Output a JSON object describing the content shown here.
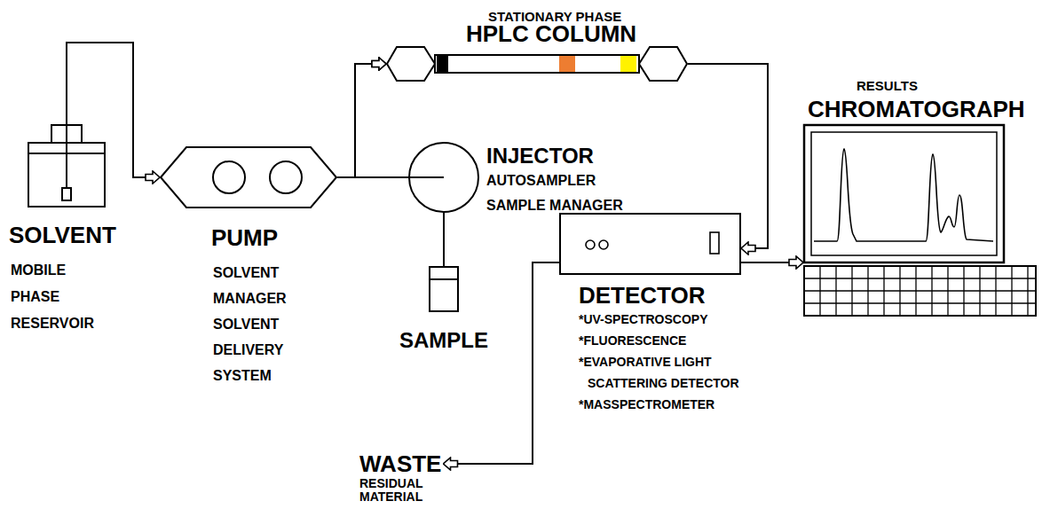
{
  "diagram": {
    "nodes": [
      {
        "text": [
          "SOLVENT",
          "MOBILE PHASE RESERVOIR"
        ]
      },
      {
        "text": [
          "PUMP",
          "SOLVENT MANAGER SOLVENT DELIVERY SYSTEM"
        ]
      },
      {
        "text": [
          "STATIONARY PHASE",
          "HPLC COLUMN"
        ]
      },
      {
        "text": [
          "INJECTOR",
          "AUTOSAMPLER SAMPLE MANAGER"
        ]
      },
      {
        "text": [
          "SAMPLE"
        ]
      },
      {
        "text": [
          "DETECTOR",
          "*UV-SPECTROSCOPY",
          "*FLUORESCENCE",
          "*EVAPORATIVE LIGHT SCATTERING DETECTOR",
          "*MASSPECTROMETER"
        ]
      },
      {
        "text": [
          "RESULTS",
          "CHROMATOGRAPH"
        ]
      },
      {
        "text": [
          "WASTE",
          "RESIDUAL MATERIAL"
        ]
      }
    ],
    "edges": [
      {
        "from": 0,
        "to": 1,
        "arrow": "to"
      },
      {
        "from": 1,
        "to": 2,
        "arrow": "to"
      },
      {
        "from": 3,
        "to": 2,
        "arrow": "to"
      },
      {
        "from": 4,
        "to": 3,
        "arrow": "none"
      },
      {
        "from": 2,
        "to": 5,
        "arrow": "to"
      },
      {
        "from": 5,
        "to": 6,
        "arrow": "to"
      },
      {
        "from": 5,
        "to": 7,
        "arrow": "to"
      }
    ]
  }
}
